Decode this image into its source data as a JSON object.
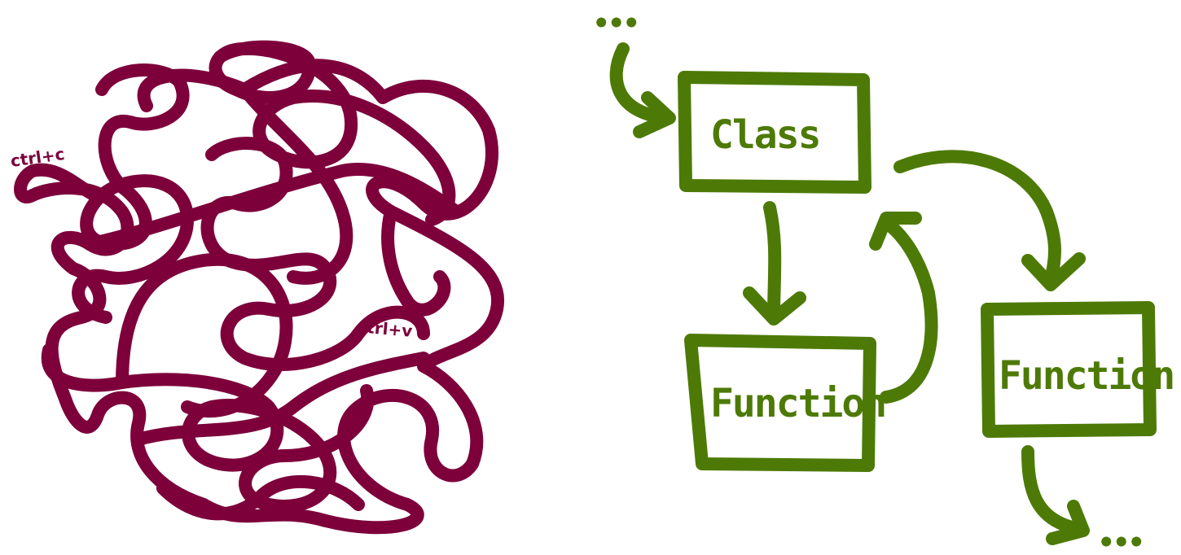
{
  "colors": {
    "spaghetti": "#7d003b",
    "structured": "#4d7a06",
    "background": "#ffffff"
  },
  "left_panel": {
    "annotation_copy": "ctrl+c",
    "annotation_paste": "ctrl+v"
  },
  "right_panel": {
    "start_ellipsis": "•••",
    "end_ellipsis": "•••",
    "boxes": {
      "class_label": "Class",
      "function_left_label": "Function",
      "function_right_label": "Function"
    }
  }
}
